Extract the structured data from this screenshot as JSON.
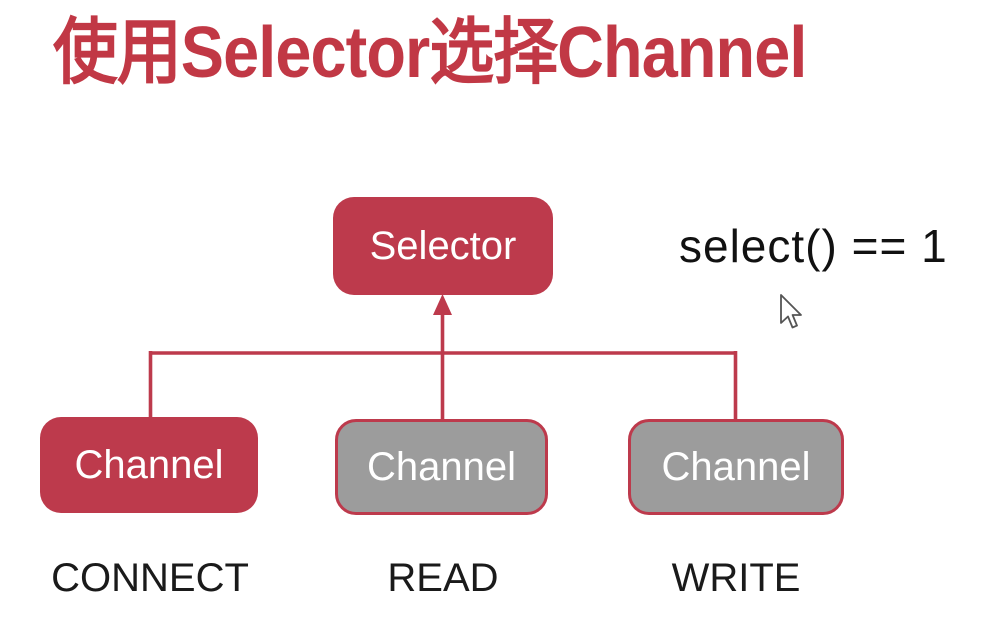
{
  "title": "使用Selector选择Channel",
  "colors": {
    "accent": "#bd3a4c",
    "title-red": "#c13845",
    "box-gray": "#9c9c9c",
    "label-text": "#1a1a1a",
    "annotation-text": "#111111"
  },
  "diagram": {
    "selector": {
      "label": "Selector"
    },
    "channels": [
      {
        "label": "Channel",
        "operation": "CONNECT",
        "highlighted": true
      },
      {
        "label": "Channel",
        "operation": "READ",
        "highlighted": false
      },
      {
        "label": "Channel",
        "operation": "WRITE",
        "highlighted": false
      }
    ],
    "annotation": "select() == 1"
  },
  "cursor": {
    "icon": "mouse-pointer"
  }
}
